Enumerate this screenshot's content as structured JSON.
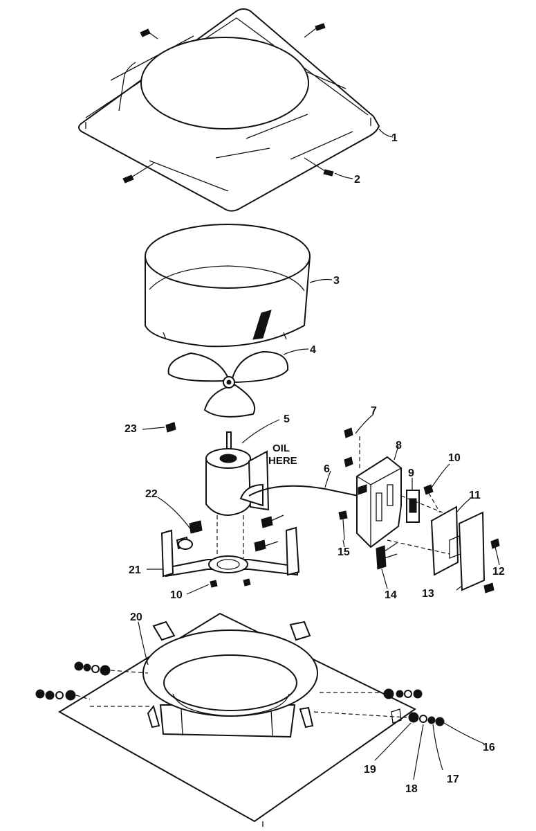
{
  "labels": {
    "p1": "1",
    "p2": "2",
    "p3": "3",
    "p4": "4",
    "p5": "5",
    "p6": "6",
    "p7": "7",
    "p8": "8",
    "p9": "9",
    "p10a": "10",
    "p10b": "10",
    "p11": "11",
    "p12": "12",
    "p13": "13",
    "p14": "14",
    "p15": "15",
    "p16": "16",
    "p17": "17",
    "p18": "18",
    "p19": "19",
    "p20": "20",
    "p21": "21",
    "p22": "22",
    "p23": "23"
  },
  "notes": {
    "oil_line1": "OIL",
    "oil_line2": "HERE"
  }
}
